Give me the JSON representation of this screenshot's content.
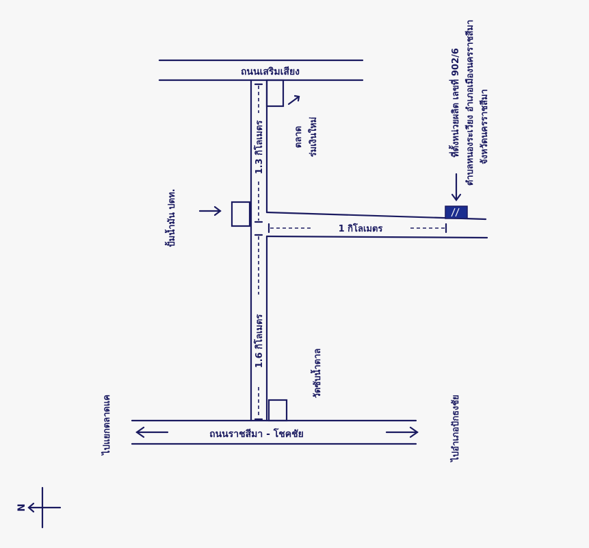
{
  "roads": {
    "top_road": "ถนนเสริมเสียง",
    "bottom_road": "ถนนราชสีมา - โชคชัย"
  },
  "distances": {
    "upper_segment": "1.3 กิโลเมตร",
    "lower_segment": "1.6 กิโลเมตร",
    "branch": "1 กิโลเมตร"
  },
  "landmarks": {
    "top_right": [
      "ตลาด",
      "ร่มเงินใหม่"
    ],
    "middle_left": "ปั้มน้ำมัน ปตท.",
    "lower_right": "วัดซับน้ำตาล",
    "destination": [
      "ที่ตั้งหน่วยผลิต เลขที่ 902/6",
      "ตำบลหนองระเวียง อำเภอเมืองนครราชสีมา",
      "จังหวัดนครราชสีมา"
    ]
  },
  "directions": {
    "left": "ไปแยกตลาดแค",
    "right": "ไปอำเภอปักธงชัย"
  },
  "compass": {
    "north_letter": "N"
  }
}
